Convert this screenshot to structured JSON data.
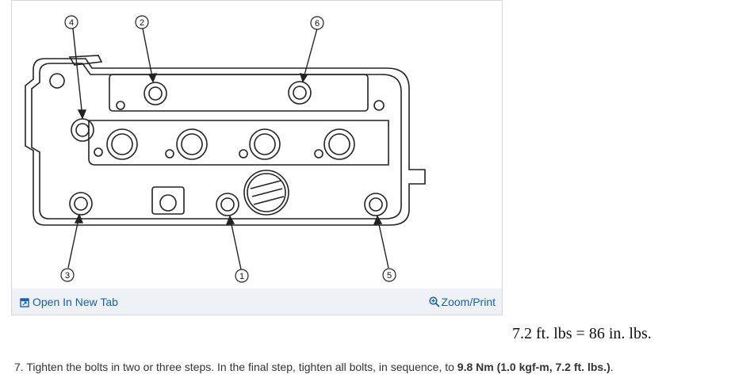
{
  "figure": {
    "bolt_labels": [
      "1",
      "2",
      "3",
      "4",
      "5",
      "6"
    ]
  },
  "toolbar": {
    "open_label": "Open In New Tab",
    "open_icon": "external-tab-icon",
    "zoom_label": "Zoom/Print",
    "zoom_icon": "magnifier-plus-icon",
    "link_color": "#1a5fa8",
    "background": "#eef1f6"
  },
  "note": {
    "torque_conversion": "7.2 ft. lbs = 86 in. lbs."
  },
  "instruction": {
    "prefix": "7. Tighten the bolts in two or three steps. In the final step, tighten all bolts, in sequence, to ",
    "spec": "9.8 Nm (1.0 kgf-m, 7.2 ft. lbs.)",
    "suffix": "."
  }
}
